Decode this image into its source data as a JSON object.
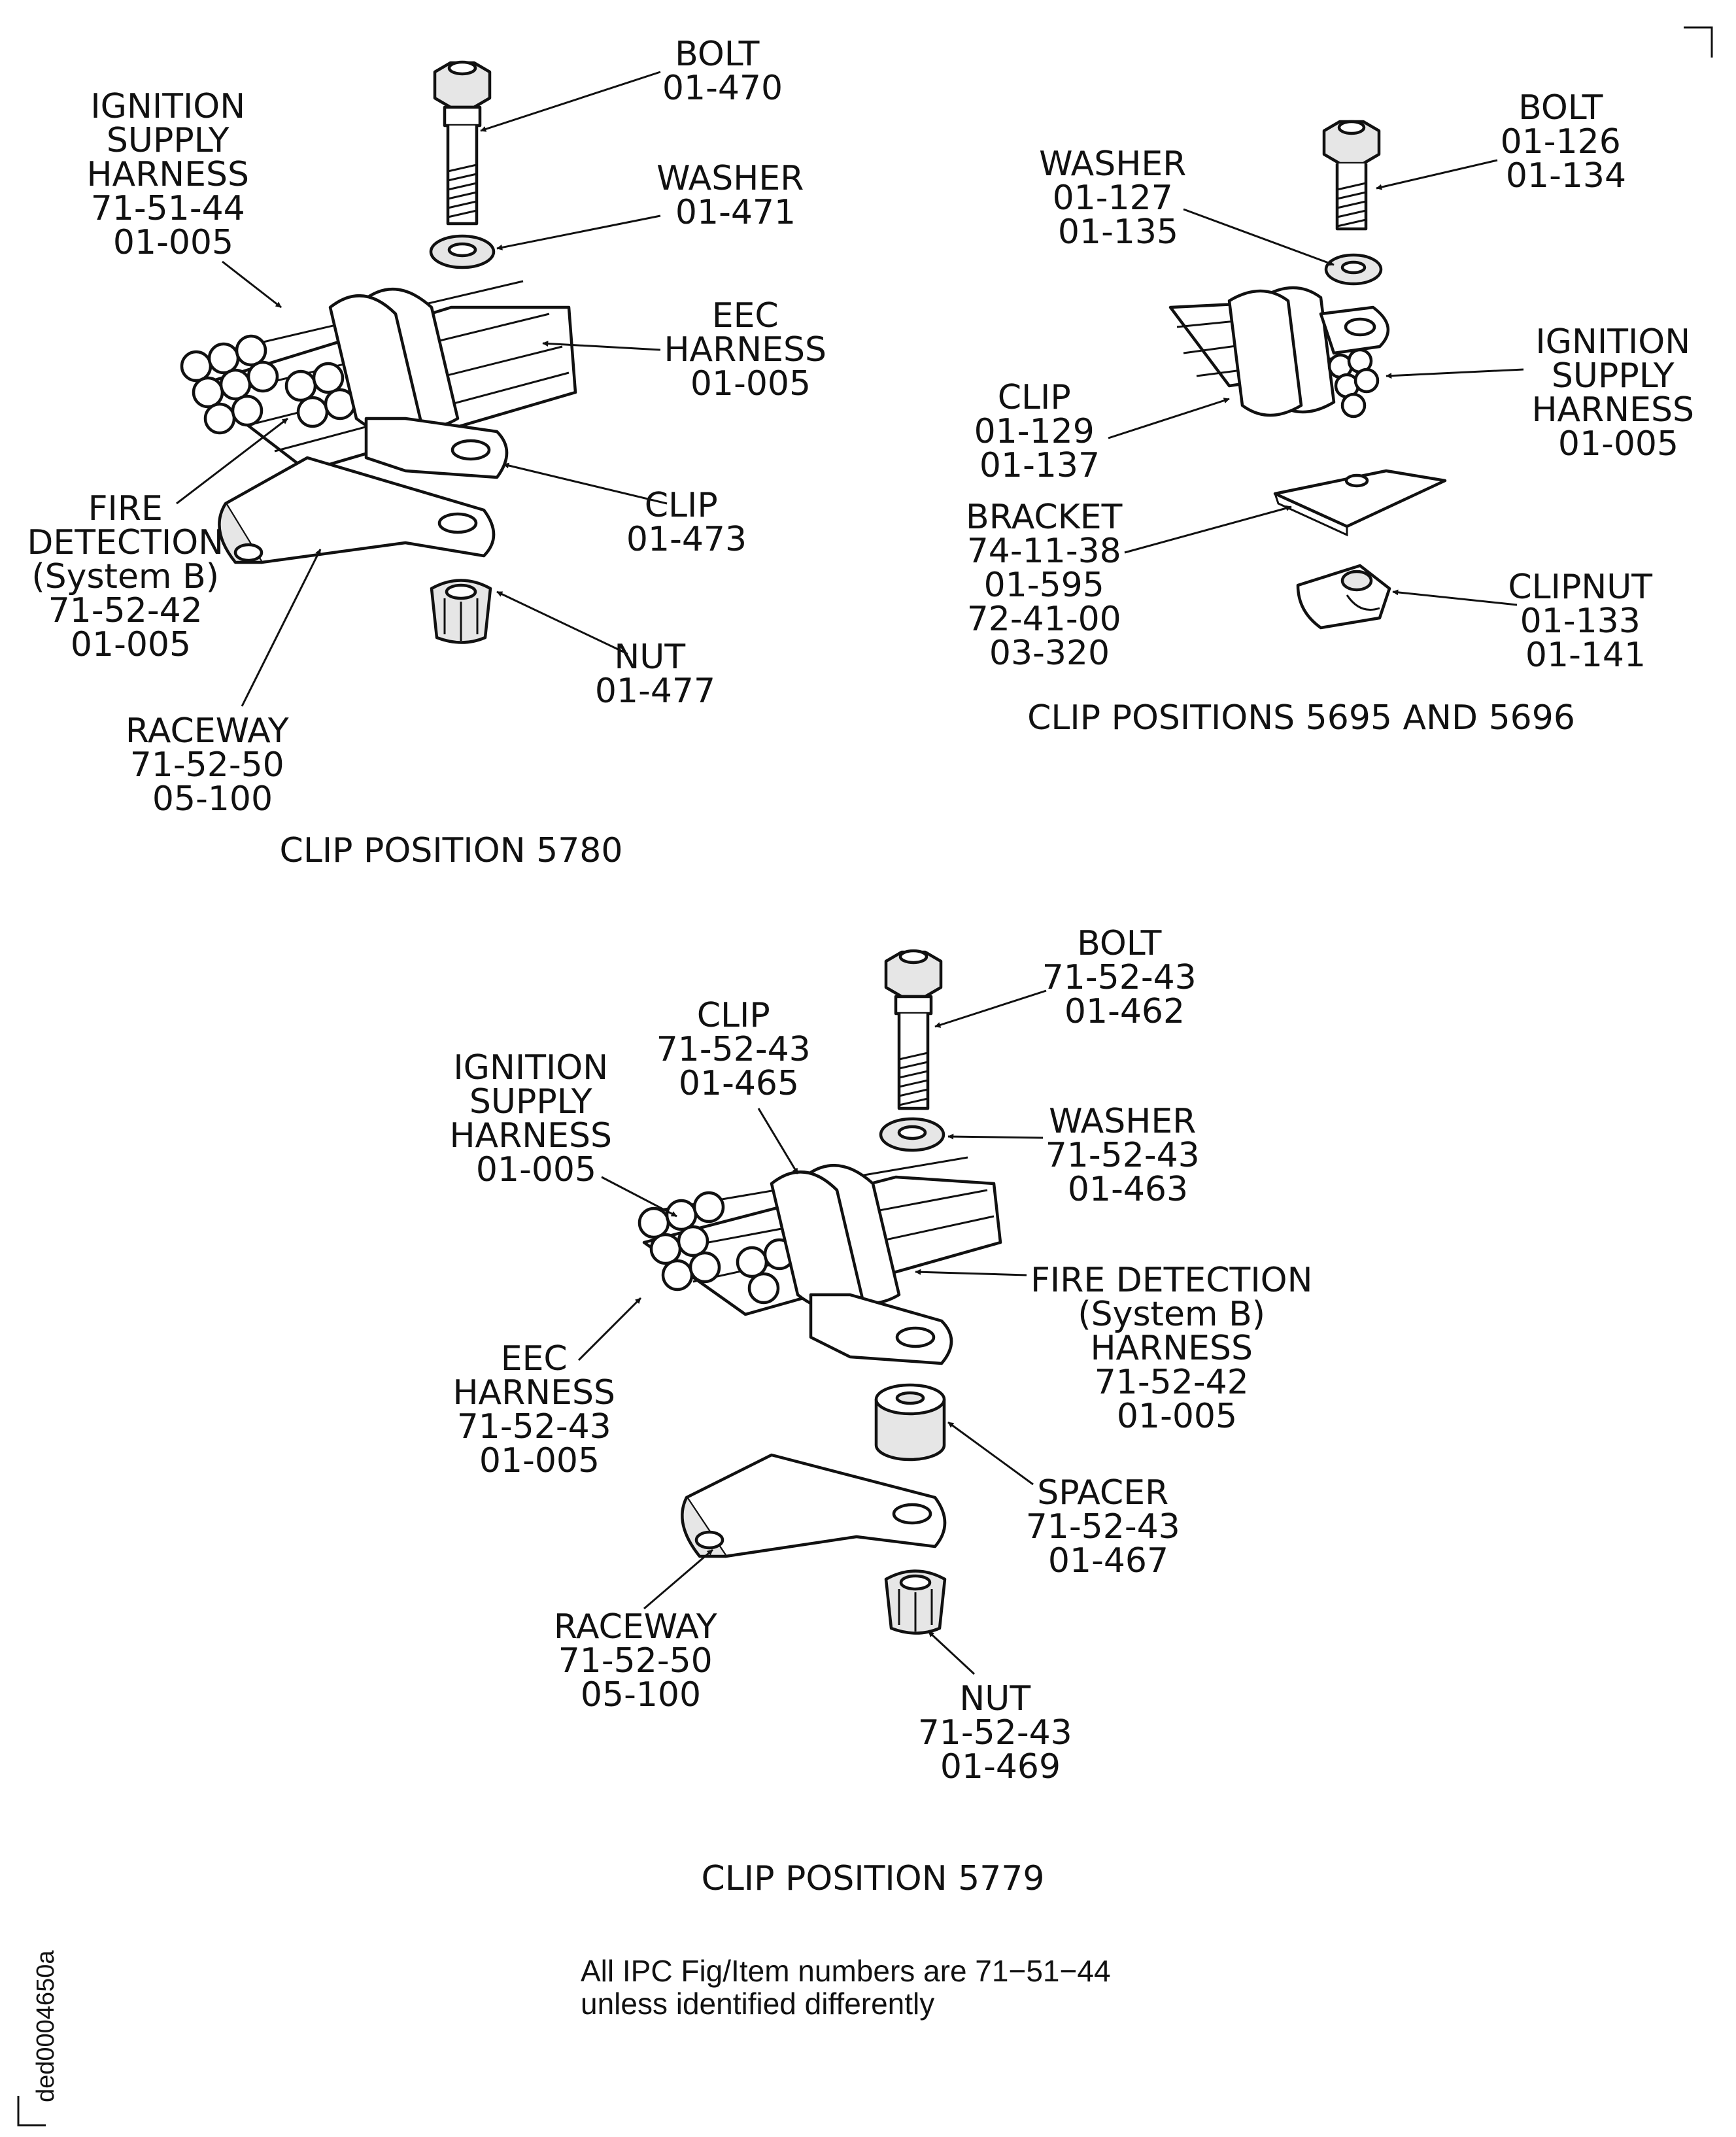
{
  "clip_5780": {
    "caption": "CLIP POSITION 5780",
    "labels": {
      "bolt": [
        "BOLT",
        "01-470"
      ],
      "washer": [
        "WASHER",
        "01-471"
      ],
      "ignition": [
        "IGNITION",
        "SUPPLY",
        "HARNESS",
        "71-51-44",
        "01-005"
      ],
      "eec": [
        "EEC",
        "HARNESS",
        "01-005"
      ],
      "clip": [
        "CLIP",
        "01-473"
      ],
      "fire": [
        "FIRE",
        "DETECTION",
        "(System B)",
        "71-52-42",
        "01-005"
      ],
      "nut": [
        "NUT",
        "01-477"
      ],
      "raceway": [
        "RACEWAY",
        "71-52-50",
        "05-100"
      ]
    }
  },
  "clip_5695_5696": {
    "caption": "CLIP POSITIONS 5695 AND 5696",
    "labels": {
      "bolt": [
        "BOLT",
        "01-126",
        "01-134"
      ],
      "washer": [
        "WASHER",
        "01-127",
        "01-135"
      ],
      "ignition": [
        "IGNITION",
        "SUPPLY",
        "HARNESS",
        "01-005"
      ],
      "clip": [
        "CLIP",
        "01-129",
        "01-137"
      ],
      "bracket": [
        "BRACKET",
        "74-11-38",
        "01-595",
        "72-41-00",
        "03-320"
      ],
      "clipnut": [
        "CLIPNUT",
        "01-133",
        "01-141"
      ]
    }
  },
  "clip_5779": {
    "caption": "CLIP POSITION 5779",
    "labels": {
      "bolt": [
        "BOLT",
        "71-52-43",
        "01-462"
      ],
      "clip": [
        "CLIP",
        "71-52-43",
        "01-465"
      ],
      "ignition": [
        "IGNITION",
        "SUPPLY",
        "HARNESS",
        "01-005"
      ],
      "washer": [
        "WASHER",
        "71-52-43",
        "01-463"
      ],
      "fire": [
        "FIRE DETECTION",
        "(System B)",
        "HARNESS",
        "71-52-42",
        "01-005"
      ],
      "eec": [
        "EEC",
        "HARNESS",
        "71-52-43",
        "01-005"
      ],
      "spacer": [
        "SPACER",
        "71-52-43",
        "01-467"
      ],
      "raceway": [
        "RACEWAY",
        "71-52-50",
        "05-100"
      ],
      "nut": [
        "NUT",
        "71-52-43",
        "01-469"
      ]
    }
  },
  "footnote": [
    "All IPC Fig/Item numbers are 71−51−44",
    "unless identified differently"
  ],
  "figure_id": "ded0004650a"
}
